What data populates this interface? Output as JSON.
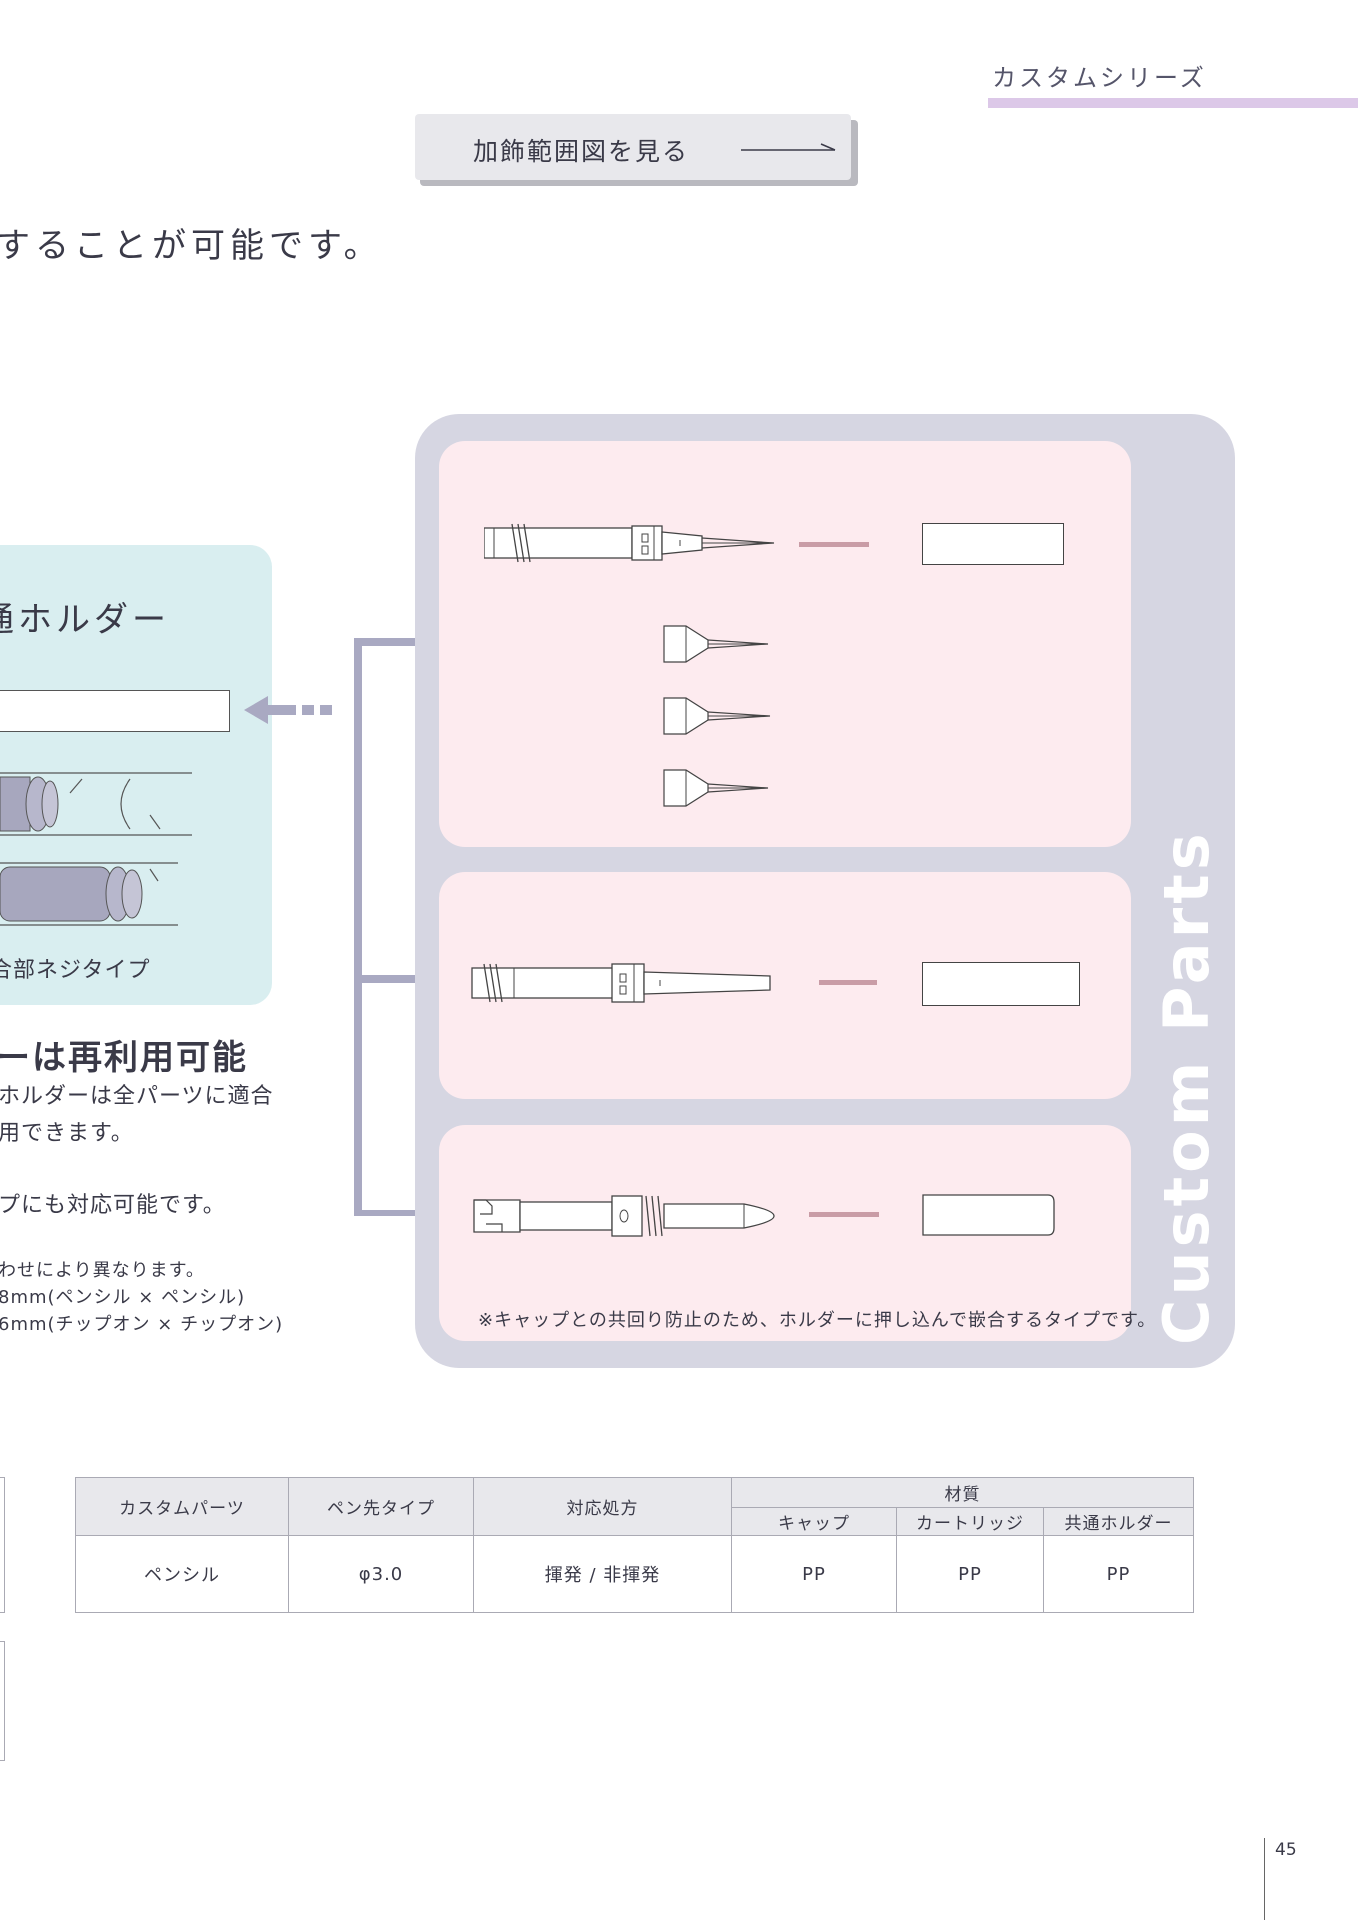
{
  "header": {
    "series": "カスタムシリーズ"
  },
  "range_button": {
    "label": "加飾範囲図を見る"
  },
  "lead_text": "することが可能です。",
  "holder": {
    "title": "通ホルダー",
    "joint_type": "合部ネジタイプ"
  },
  "reuse": {
    "title": "ーは再利用可能",
    "line1": "ホルダーは全パーツに適合",
    "line2": "用できます。",
    "line3": "プにも対応可能です。"
  },
  "notes": {
    "line1": "わせにより異なります。",
    "line2": "8mm(ペンシル × ペンシル)",
    "line3": "6mm(チップオン × チップオン)"
  },
  "custom_parts": {
    "vertical_label": "Custom Parts",
    "note": "※キャップとの共回り防止のため、ホルダーに押し込んで嵌合するタイプです。"
  },
  "table": {
    "headers": {
      "custom_parts": "カスタムパーツ",
      "tip_type": "ペン先タイプ",
      "formula": "対応処方",
      "material": "材質",
      "cap": "キャップ",
      "cartridge": "カートリッジ",
      "holder": "共通ホルダー"
    },
    "row": {
      "custom_parts": "ペンシル",
      "tip_type": "φ3.0",
      "formula": "揮発 / 非揮発",
      "cap": "PP",
      "cartridge": "PP",
      "holder": "PP"
    }
  },
  "page_number": "45",
  "colors": {
    "accent_bar": "#dcc8e8",
    "panel_teal": "#d9eef0",
    "panel_grey": "#d6d6e2",
    "panel_pink": "#fdebef",
    "connector": "#a9a9c2"
  }
}
